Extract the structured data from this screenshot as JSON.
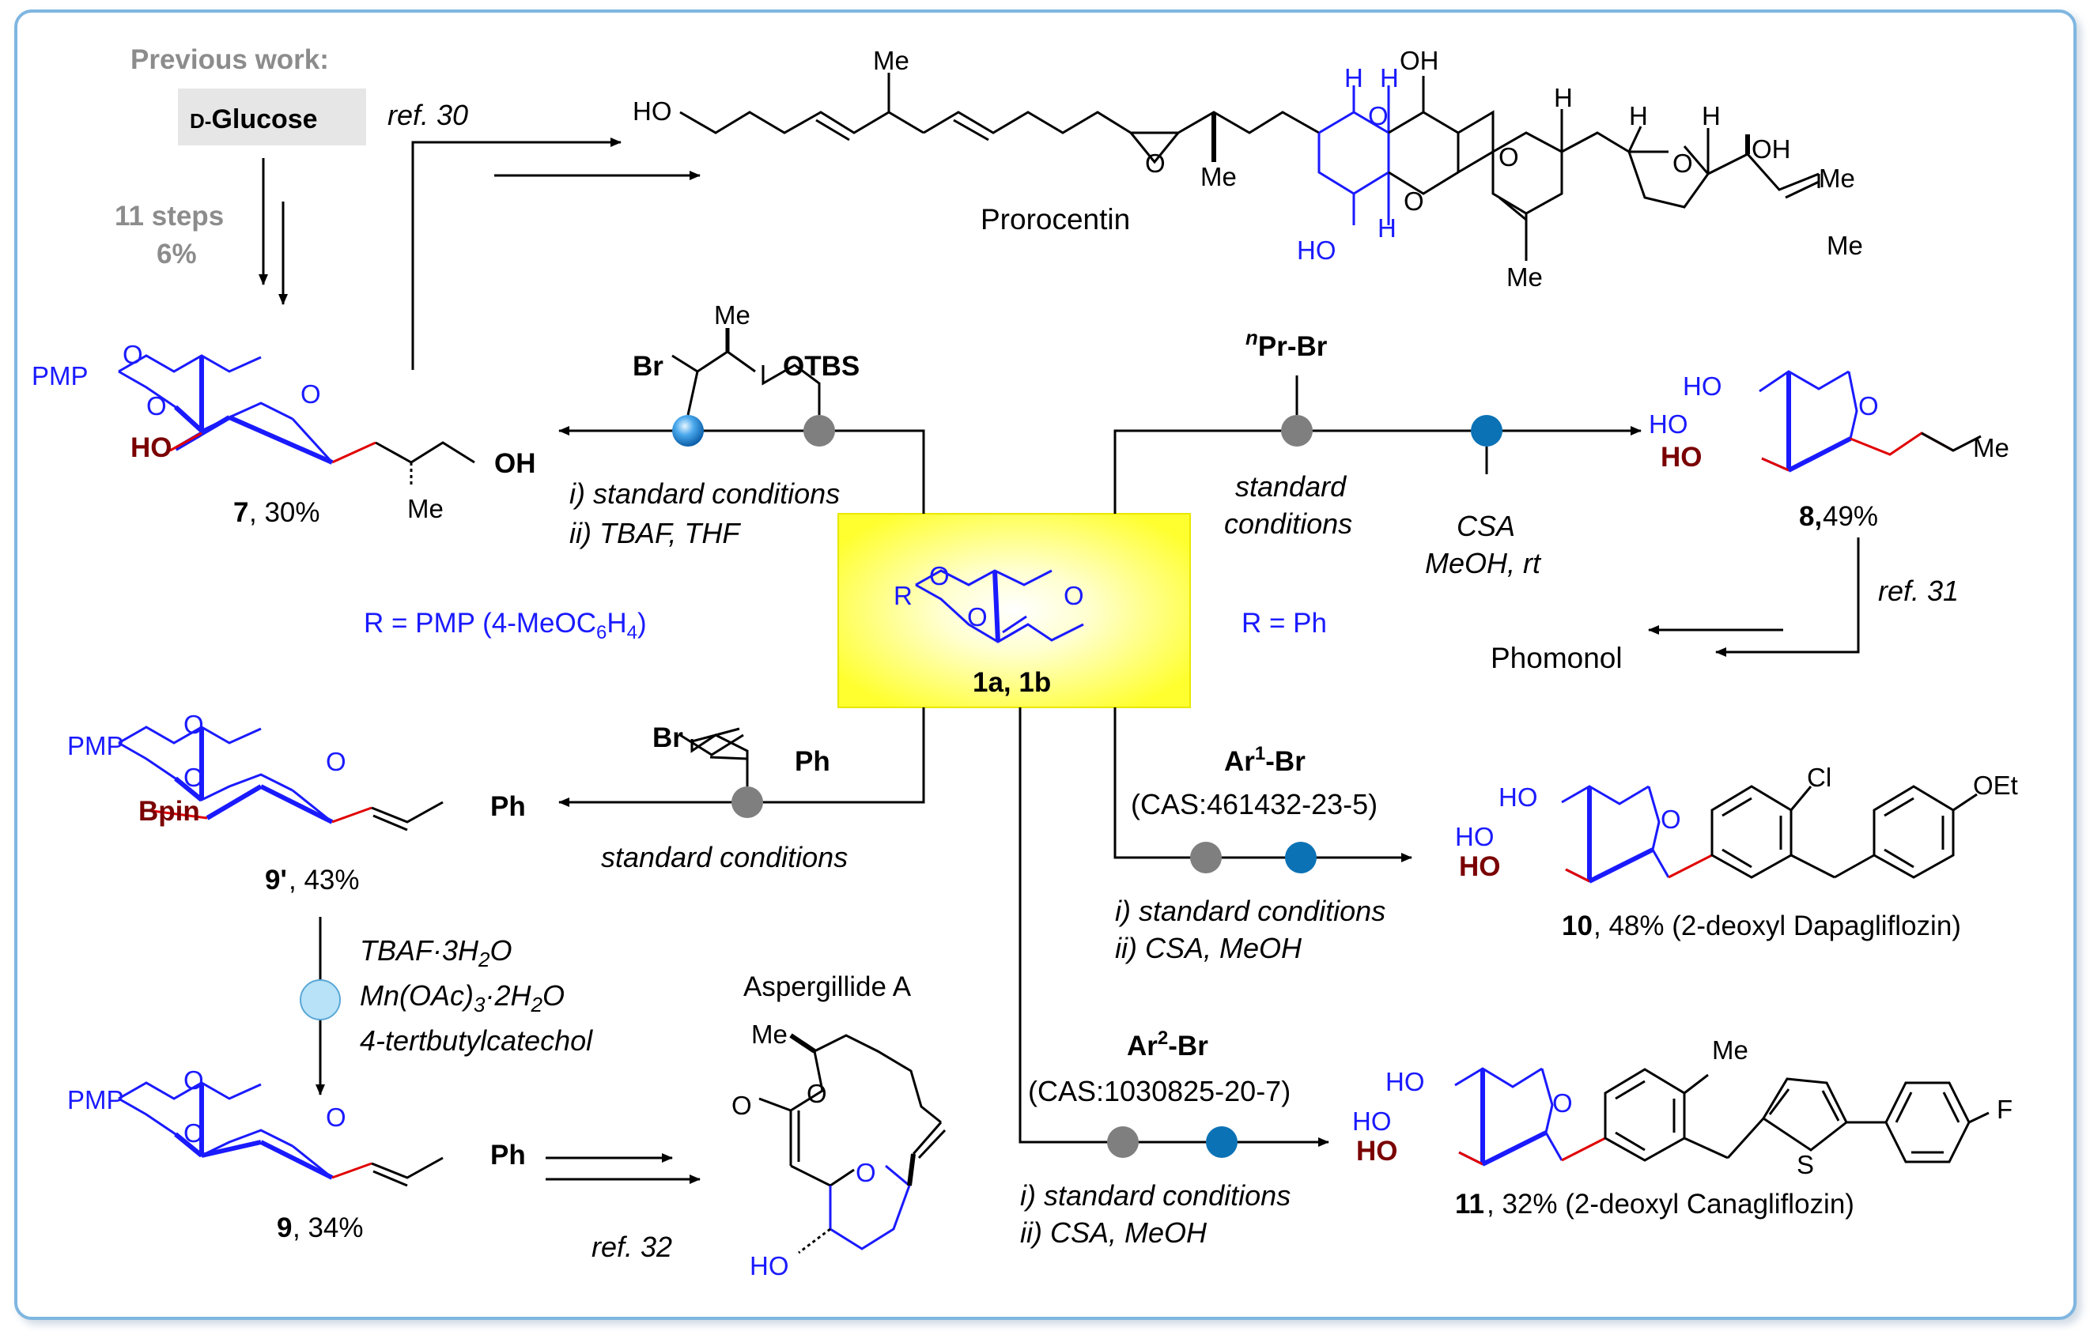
{
  "previous_work": {
    "title": "Previous work:",
    "start_prefix": "D-",
    "start_name": "Glucose",
    "steps": "11 steps",
    "yield": "6%"
  },
  "refs": {
    "r30": "ref. 30",
    "r31": "ref. 31",
    "r32": "ref. 32"
  },
  "prorocentin": {
    "name": "Prorocentin",
    "labels": {
      "ho": "HO",
      "me": "Me",
      "o": "O",
      "h": "H",
      "oh": "OH"
    }
  },
  "center": {
    "compound": "1a, 1b",
    "r_label": "R",
    "o_label": "O",
    "r_pmp": "R = PMP (4-MeOC",
    "r_pmp_sub": "6",
    "r_pmp_mid": "H",
    "r_pmp_sub2": "4",
    "r_pmp_end": ")",
    "r_ph": "R = Ph"
  },
  "reagents": {
    "alkyl": {
      "br": "Br",
      "me": "Me",
      "otbs": "OTBS"
    },
    "npr": {
      "sup": "n",
      "text": "Pr-Br"
    },
    "vinyl": {
      "br": "Br",
      "ph": "Ph"
    },
    "ar1": {
      "ar": "Ar",
      "sup": "1",
      "br": "-Br",
      "cas": "(CAS:461432-23-5)"
    },
    "ar2": {
      "ar": "Ar",
      "sup": "2",
      "br": "-Br",
      "cas": "(CAS:1030825-20-7)"
    }
  },
  "conditions": {
    "c7_1": "i) standard conditions",
    "c7_2": "ii) TBAF, THF",
    "c8_1": "standard",
    "c8_2": "conditions",
    "c8_3": "CSA",
    "c8_4": "MeOH, rt",
    "c9p": "standard conditions",
    "c9_1": "TBAF·3H",
    "c9_1sub": "2",
    "c9_1end": "O",
    "c9_2": "Mn(OAc)",
    "c9_2sub": "3",
    "c9_2end": "·2H",
    "c9_2sub2": "2",
    "c9_2end2": "O",
    "c9_3": "4-tertbutylcatechol",
    "c10_1": "i) standard conditions",
    "c10_2": "ii) CSA, MeOH",
    "c11_1": "i) standard conditions",
    "c11_2": "ii) CSA, MeOH"
  },
  "products": {
    "p7": {
      "num": "7",
      "yield": ", 30%",
      "pmp": "PMP",
      "ho": "HO",
      "oh": "OH",
      "me": "Me",
      "o": "O"
    },
    "p8": {
      "num": "8,",
      "yield": " 49%",
      "ho": "HO",
      "me": "Me",
      "o": "O",
      "next": "Phomonol"
    },
    "p9p": {
      "num": "9'",
      "yield": ", 43%",
      "pmp": "PMP",
      "bpin": "Bpin",
      "ph": "Ph",
      "o": "O"
    },
    "p9": {
      "num": "9",
      "yield": ", 34%",
      "pmp": "PMP",
      "ph": "Ph",
      "o": "O"
    },
    "asp": {
      "name": "Aspergillide A",
      "me": "Me",
      "o": "O",
      "ho": "HO"
    },
    "p10": {
      "num": "10",
      "yield": ", 48% (2-deoxyl  Dapagliflozin)",
      "ho": "HO",
      "cl": "Cl",
      "oet": "OEt",
      "o": "O"
    },
    "p11": {
      "num": "11",
      "yield": ", 32% (2-deoxyl Canagliflozin)",
      "ho": "HO",
      "me": "Me",
      "s": "S",
      "f": "F",
      "o": "O"
    }
  },
  "colors": {
    "blue": "#1a1aff",
    "maroon": "#7a0000",
    "red": "#e00000",
    "gray": "#8c8c8c",
    "frame": "#7fb6e0",
    "highlight": "#ffff3a"
  }
}
